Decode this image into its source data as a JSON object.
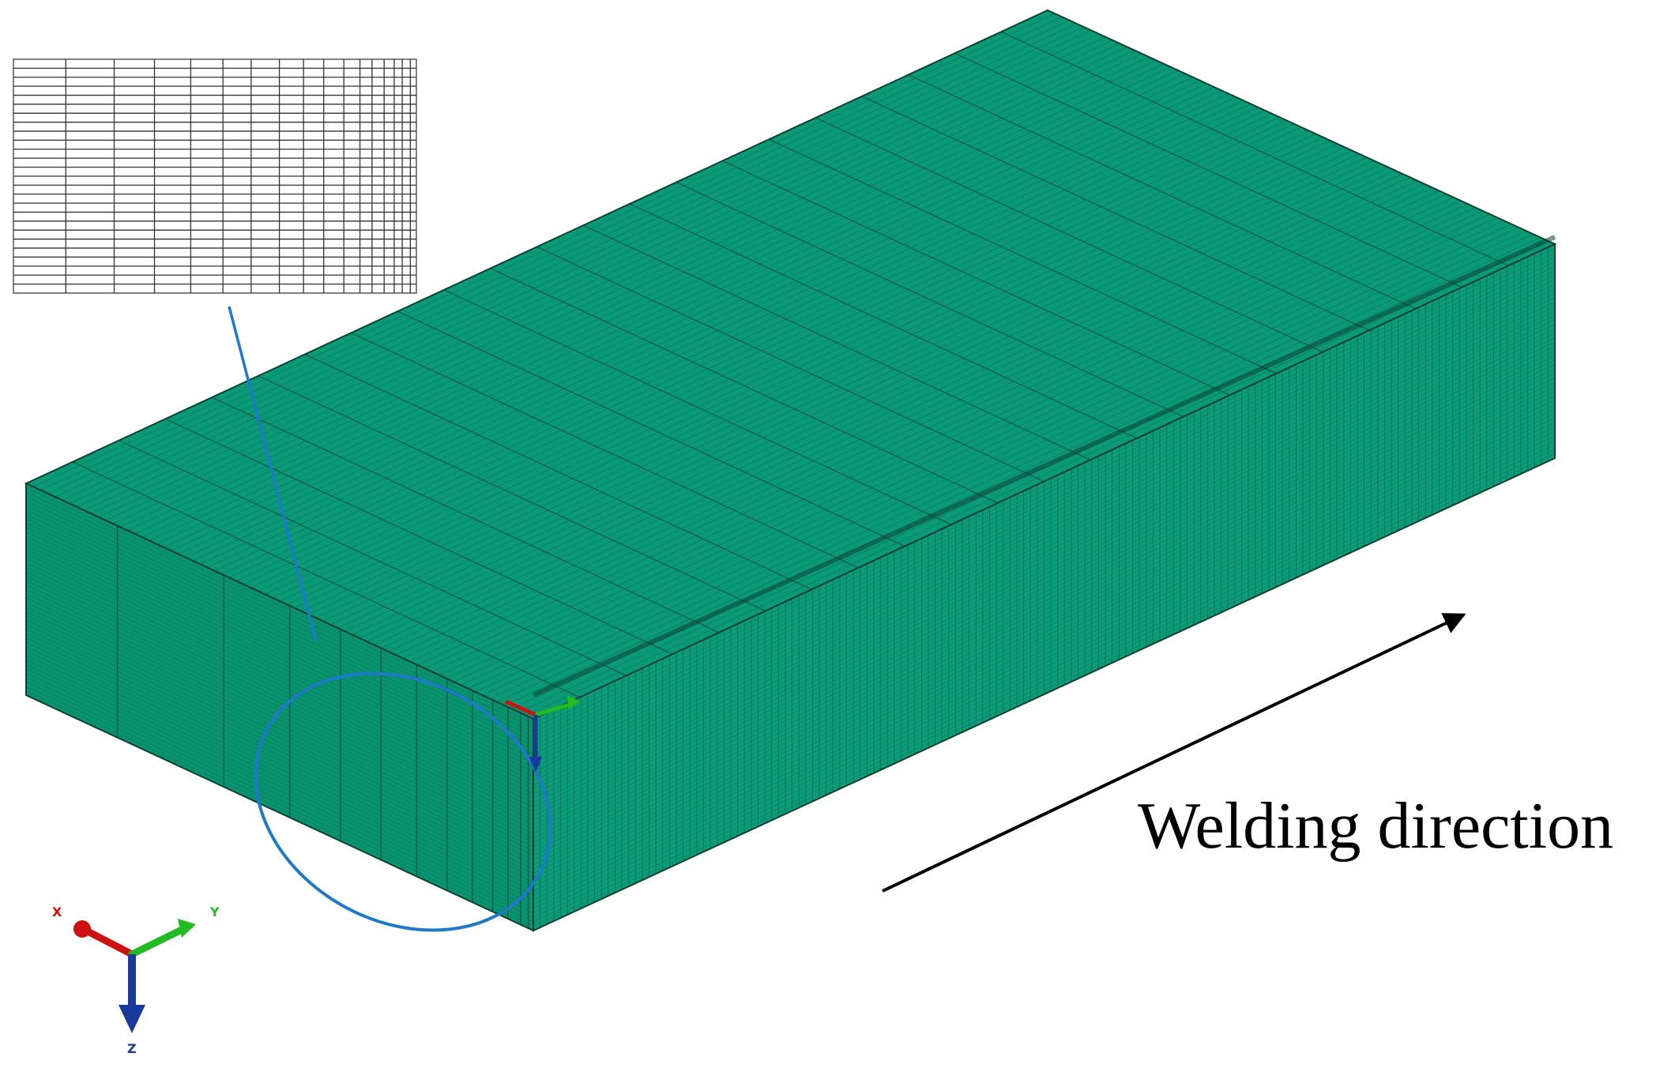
{
  "figure": {
    "annotation": "Welding direction",
    "colors": {
      "mesh_top": "#0a9a78",
      "mesh_front": "#09946f",
      "mesh_side": "#0b9d79",
      "mesh_line": "#0c3f33",
      "highlight": "#1f79c9",
      "x_axis": "#cc1111",
      "y_axis": "#22bb22",
      "z_axis": "#1a3a9a"
    },
    "triad": {
      "x_label": "X",
      "y_label": "Y",
      "z_label": "Z"
    },
    "icons": [
      "mesh-detail-inset",
      "highlight-ellipse",
      "welding-direction-arrow",
      "coordinate-triad"
    ]
  }
}
